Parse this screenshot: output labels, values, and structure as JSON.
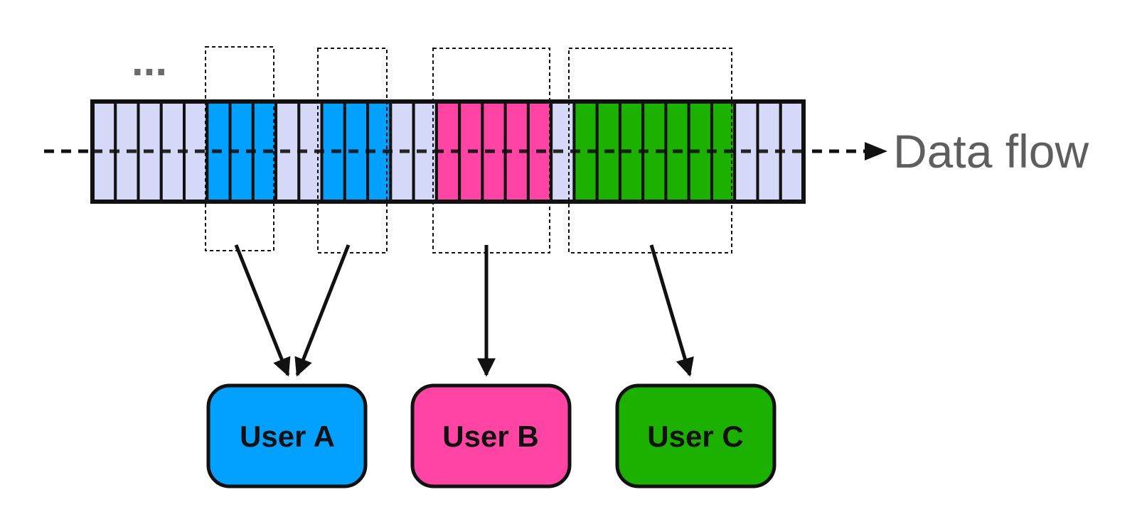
{
  "ellipsis": "...",
  "flow_label": "Data flow",
  "colors": {
    "idle": "#d5d9f7",
    "user_a": "#02a0ff",
    "user_b": "#ff44a4",
    "user_c": "#1cb000",
    "stroke": "#111111",
    "label_gray": "#5e5e5e"
  },
  "stream": {
    "slots": [
      "idle",
      "idle",
      "idle",
      "idle",
      "idle",
      "a",
      "a",
      "a",
      "idle",
      "idle",
      "a",
      "a",
      "a",
      "idle",
      "idle",
      "b",
      "b",
      "b",
      "b",
      "b",
      "idle",
      "c",
      "c",
      "c",
      "c",
      "c",
      "c",
      "c",
      "idle",
      "idle",
      "idle"
    ]
  },
  "users": [
    {
      "id": "a",
      "label": "User A",
      "color": "#02a0ff"
    },
    {
      "id": "b",
      "label": "User B",
      "color": "#ff44a4"
    },
    {
      "id": "c",
      "label": "User C",
      "color": "#1cb000"
    }
  ]
}
